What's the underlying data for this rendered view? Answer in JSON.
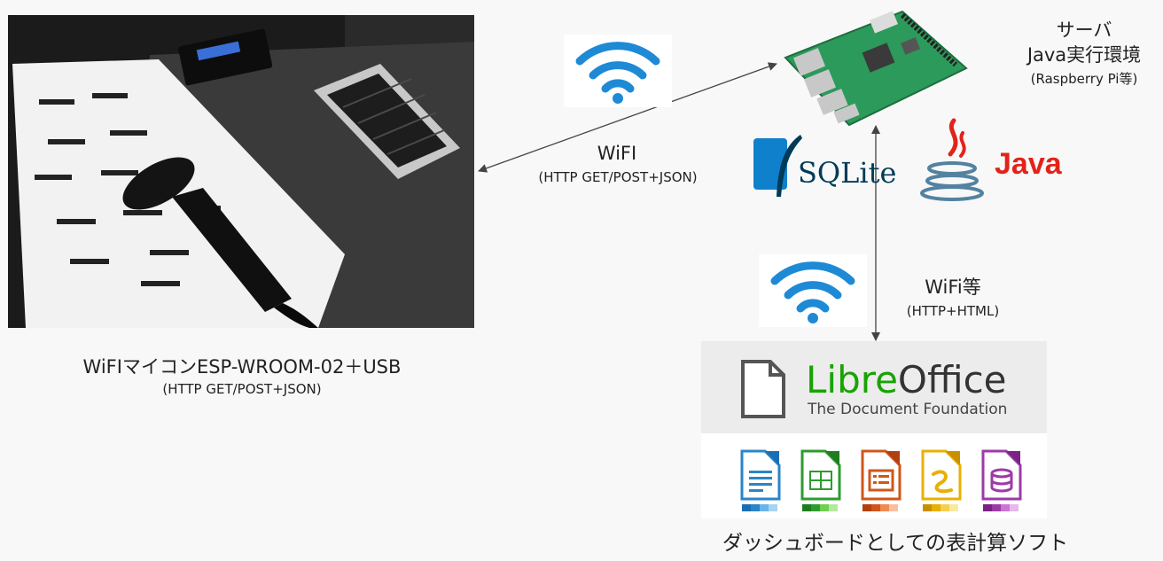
{
  "device": {
    "title": "WiFIマイコンESP-WROOM-02＋USB",
    "protocol": "(HTTP GET/POST+JSON)"
  },
  "link_device_server": {
    "title": "WiFI",
    "protocol": "(HTTP GET/POST+JSON)"
  },
  "server": {
    "line1": "サーバ",
    "line2": "Java実行環境",
    "line3": "(Raspberry Pi等)",
    "db_logo": "SQLite",
    "lang_logo": "Java"
  },
  "link_server_client": {
    "title": "WiFi等",
    "protocol": "(HTTP+HTML)"
  },
  "client": {
    "brand_part1": "Libre",
    "brand_part2": "Office",
    "brand_sub": "The Document Foundation",
    "caption": "ダッシュボードとしての表計算ソフト",
    "app_icons": [
      "writer-icon",
      "calc-icon",
      "impress-icon",
      "draw-icon",
      "base-icon"
    ]
  },
  "colors": {
    "wifi": "#1e8ad6",
    "libre_green": "#18a303",
    "java_red": "#e2231a",
    "java_blue": "#5382a1",
    "sqlite_blue": "#0f80cc"
  }
}
